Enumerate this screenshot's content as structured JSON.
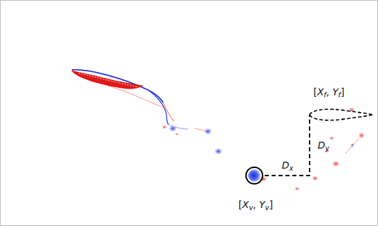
{
  "diagram": {
    "labels": [
      "[Xf, Yf]",
      "Dy",
      "Dx",
      "[Xv, Yv]"
    ]
  }
}
